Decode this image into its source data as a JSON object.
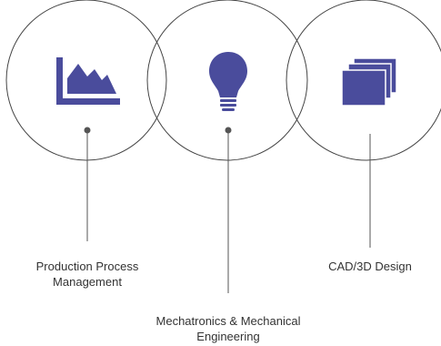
{
  "accent_color": "#4a4c9c",
  "stroke_color": "#444444",
  "items": [
    {
      "icon": "area-chart-icon",
      "label_lines": [
        "Production Process",
        "Management"
      ]
    },
    {
      "icon": "lightbulb-icon",
      "label_lines": [
        "Mechatronics & Mechanical",
        "Engineering"
      ]
    },
    {
      "icon": "stacked-layers-icon",
      "label_lines": [
        "CAD/3D Design"
      ]
    }
  ]
}
